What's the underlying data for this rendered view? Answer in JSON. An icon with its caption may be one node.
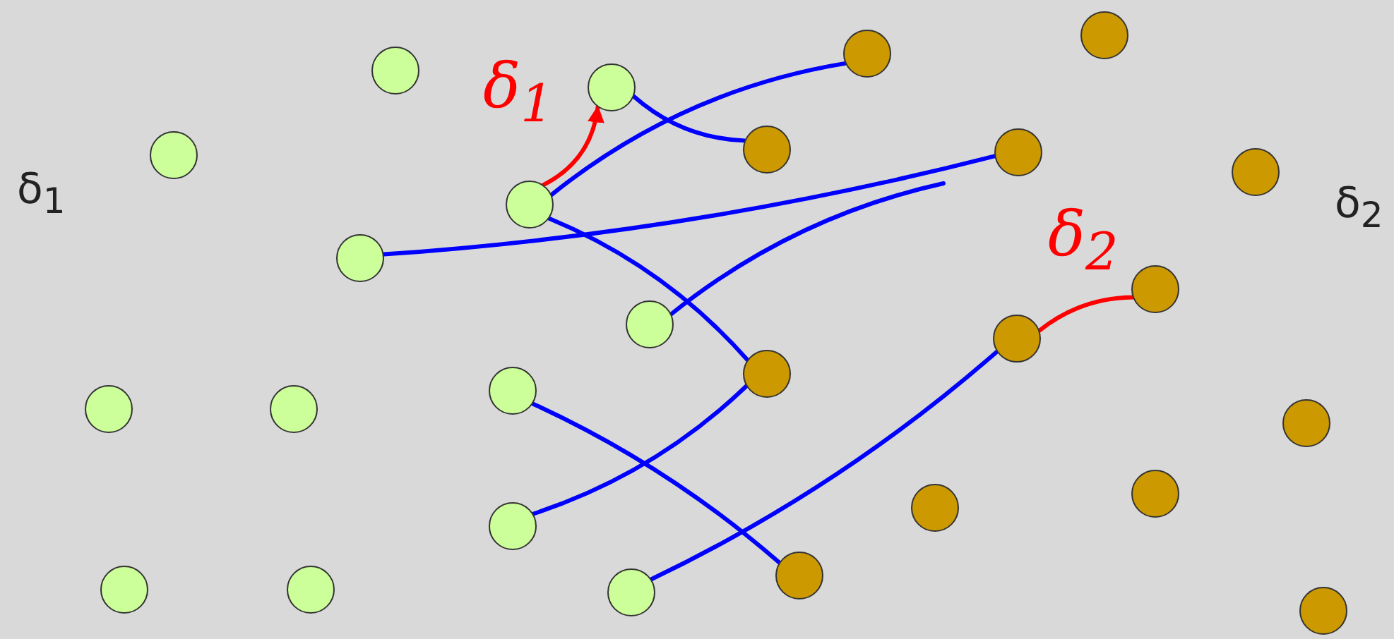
{
  "diagram": {
    "nodes": [
      {
        "text": [],
        "shape": "circle"
      },
      {
        "text": [],
        "shape": "circle"
      },
      {
        "text": [],
        "shape": "circle"
      },
      {
        "text": [],
        "shape": "circle"
      },
      {
        "text": [],
        "shape": "circle"
      },
      {
        "text": [],
        "shape": "circle"
      },
      {
        "text": [],
        "shape": "circle"
      },
      {
        "text": [],
        "shape": "circle"
      },
      {
        "text": [],
        "shape": "circle"
      },
      {
        "text": [],
        "shape": "circle"
      },
      {
        "text": [],
        "shape": "circle"
      },
      {
        "text": [],
        "shape": "circle"
      },
      {
        "text": [],
        "shape": "circle"
      },
      {
        "text": [],
        "shape": "circle"
      },
      {
        "text": [],
        "shape": "circle"
      },
      {
        "text": [],
        "shape": "circle"
      },
      {
        "text": [],
        "shape": "circle"
      },
      {
        "text": [],
        "shape": "circle"
      },
      {
        "text": [],
        "shape": "circle"
      },
      {
        "text": [],
        "shape": "circle"
      },
      {
        "text": [],
        "shape": "circle"
      },
      {
        "text": [],
        "shape": "circle"
      },
      {
        "text": [],
        "shape": "circle"
      },
      {
        "text": [],
        "shape": "circle"
      },
      {
        "text": [],
        "shape": "circle"
      },
      {
        "text": [],
        "shape": "circle"
      }
    ],
    "edges": [
      {
        "from": 3,
        "to": 13,
        "arrow": "none"
      },
      {
        "from": 1,
        "to": 15,
        "arrow": "none"
      },
      {
        "from": 4,
        "to": 16,
        "arrow": "none"
      },
      {
        "from": 3,
        "to": 20,
        "arrow": "none"
      },
      {
        "from": 5,
        "to": null,
        "arrow": "none"
      },
      {
        "from": 8,
        "to": 24,
        "arrow": "none"
      },
      {
        "from": 9,
        "to": 20,
        "arrow": "none"
      },
      {
        "from": 12,
        "to": 19,
        "arrow": "none"
      },
      {
        "from": 3,
        "to": 1,
        "arrow": "to",
        "color": "#ff0000",
        "label": "δ$_{1}$"
      },
      {
        "from": 19,
        "to": 18,
        "arrow": "none",
        "color": "#ff0000",
        "label": "δ$_{2}$"
      }
    ],
    "labels": [
      "δ$_{1}$",
      "δ$_{2}$"
    ]
  }
}
